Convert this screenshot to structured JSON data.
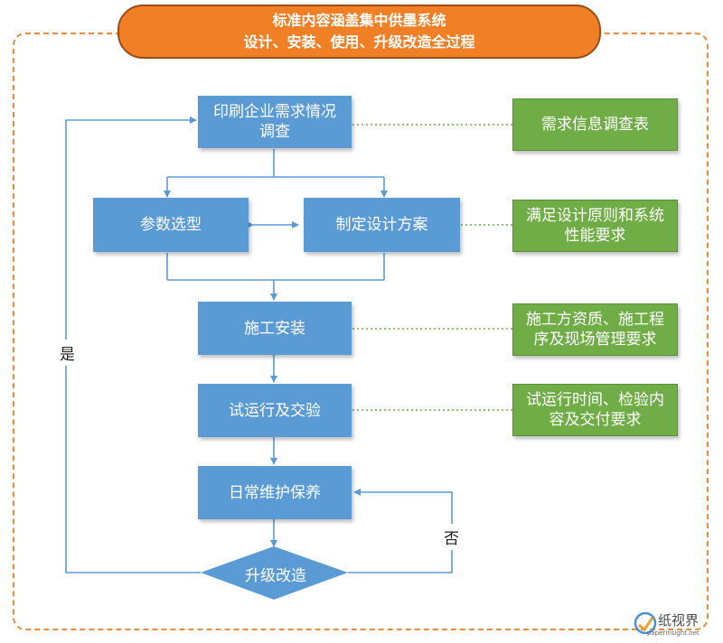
{
  "title": {
    "line1": "标准内容涵盖集中供墨系统",
    "line2": "设计、安装、使用、升级改造全过程"
  },
  "steps": {
    "survey_line1": "印刷企业需求情况",
    "survey_line2": "调查",
    "selection": "参数选型",
    "design": "制定设计方案",
    "install": "施工安装",
    "trial": "试运行及交验",
    "maintain": "日常维护保养",
    "upgrade": "升级改造"
  },
  "notes": {
    "survey": "需求信息调查表",
    "design_line1": "满足设计原则和系统",
    "design_line2": "性能要求",
    "install_line1": "施工方资质、施工程",
    "install_line2": "序及现场管理要求",
    "trial_line1": "试运行时间、检验内",
    "trial_line2": "容及交付要求"
  },
  "labels": {
    "yes": "是",
    "no": "否"
  },
  "watermark": {
    "name": "纸视界",
    "site": "paperinsight.net"
  },
  "colors": {
    "process_box": "#5b9bd5",
    "note_box": "#70ad47",
    "title_banner": "#f07f26",
    "frame_border": "#ee8a3c",
    "connector": "#5b9bd5"
  }
}
